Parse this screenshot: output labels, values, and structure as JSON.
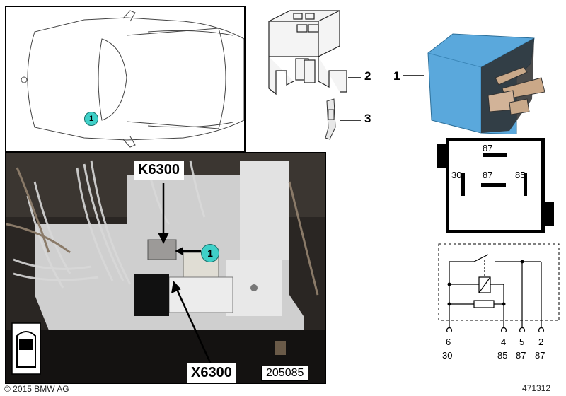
{
  "car_panel": {
    "callout": "1"
  },
  "photo_panel": {
    "label_relay": "K6300",
    "label_connector": "X6300",
    "callout": "1",
    "photo_number": "205085"
  },
  "parts": {
    "callout_1": "1",
    "callout_2": "2",
    "callout_3": "3"
  },
  "pin_layout": {
    "pin_top": "87",
    "pin_left": "30",
    "pin_center": "87",
    "pin_right": "85"
  },
  "schematic": {
    "pins": [
      {
        "number": "6",
        "terminal": "30"
      },
      {
        "number": "4",
        "terminal": "85"
      },
      {
        "number": "5",
        "terminal": "87"
      },
      {
        "number": "2",
        "terminal": "87"
      }
    ]
  },
  "footer": {
    "copyright": "© 2015 BMW AG",
    "diagram_id": "471312"
  },
  "colors": {
    "relay_blue": "#5aa8dc",
    "callout_teal": "#3fd0c8"
  }
}
